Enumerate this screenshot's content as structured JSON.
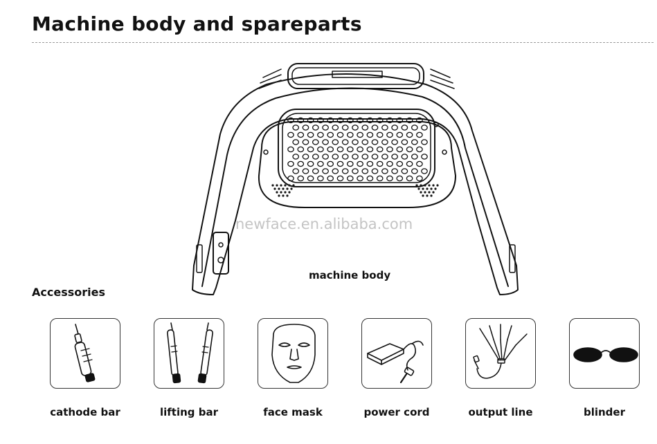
{
  "header": {
    "title": "Machine body and spareparts"
  },
  "machine": {
    "caption": "machine body",
    "watermark": "newface.en.alibaba.com",
    "led_grid": {
      "rows": 9,
      "cols": 14
    }
  },
  "accessories": {
    "heading": "Accessories",
    "items": [
      {
        "id": "cathode-bar",
        "label": "cathode bar",
        "icon": "cathode-bar-icon"
      },
      {
        "id": "lifting-bar",
        "label": "lifting bar",
        "icon": "lifting-bar-icon"
      },
      {
        "id": "face-mask",
        "label": "face mask",
        "icon": "face-mask-icon"
      },
      {
        "id": "power-cord",
        "label": "power cord",
        "icon": "power-cord-icon"
      },
      {
        "id": "output-line",
        "label": "output line",
        "icon": "output-line-icon"
      },
      {
        "id": "blinder",
        "label": "blinder",
        "icon": "blinder-icon"
      }
    ]
  }
}
